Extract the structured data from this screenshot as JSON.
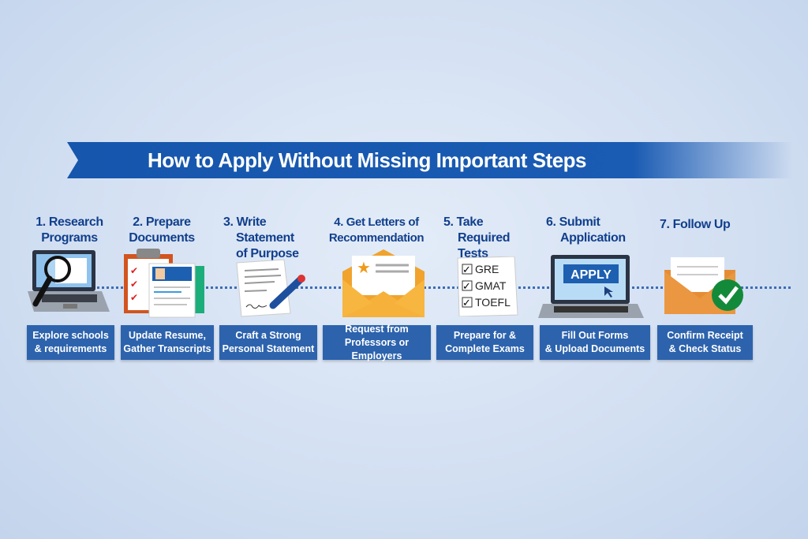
{
  "title": "How to Apply Without Missing Important Steps",
  "steps": [
    {
      "title1": "1. Research",
      "title2": "Programs",
      "title3": "",
      "desc1": "Explore schools",
      "desc2": "& requirements",
      "icon": "laptop-magnifier-icon"
    },
    {
      "title1": "2. Prepare",
      "title2": "Documents",
      "title3": "",
      "desc1": "Update Resume,",
      "desc2": "Gather Transcripts",
      "icon": "clipboard-resume-icon"
    },
    {
      "title1": "3. Write",
      "title2": "Statement",
      "title3": "of Purpose",
      "desc1": "Craft a Strong",
      "desc2": "Personal Statement",
      "icon": "document-pen-icon"
    },
    {
      "title1": "4. Get Letters of",
      "title2": "Recommendation",
      "title3": "",
      "desc1": "Request from",
      "desc2": "Professors or Employers",
      "icon": "envelope-letter-icon"
    },
    {
      "title1": "5. Take",
      "title2": "Required",
      "title3": "Tests",
      "desc1": "Prepare for &",
      "desc2": "Complete Exams",
      "icon": "checklist-icon"
    },
    {
      "title1": "6. Submit",
      "title2": "Application",
      "title3": "",
      "desc1": "Fill Out Forms",
      "desc2": "& Upload Documents",
      "icon": "laptop-apply-icon"
    },
    {
      "title1": "7. Follow Up",
      "title2": "",
      "title3": "",
      "desc1": "Confirm Receipt",
      "desc2": "& Check Status",
      "icon": "envelope-check-icon"
    }
  ],
  "tests": [
    "GRE",
    "GMAT",
    "TOEFL"
  ],
  "apply_label": "APPLY",
  "colors": {
    "banner": "#1a5bb3",
    "title": "#113f8c",
    "box": "#2d63ad"
  }
}
